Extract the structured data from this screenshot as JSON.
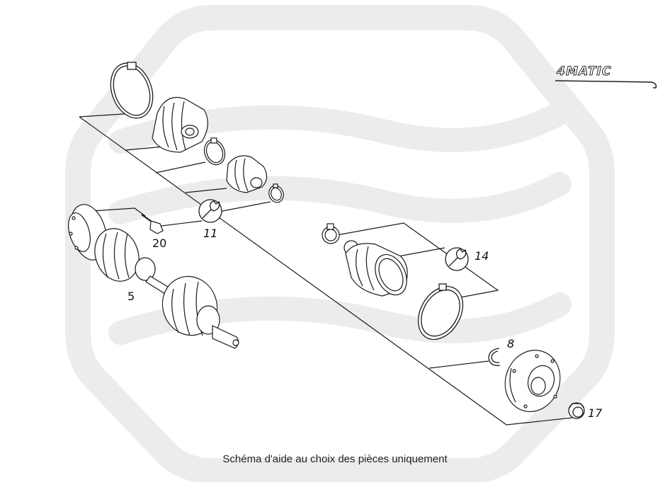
{
  "brand_logo_text": "4MATIC",
  "caption": "Schéma d'aide au choix des pièces uniquement",
  "part_labels": {
    "p5": "5",
    "p8": "8",
    "p11": "11",
    "p14": "14",
    "p17": "17",
    "p20": "20"
  },
  "colors": {
    "watermark": "#ececec",
    "line": "#1a1a1a",
    "background": "#ffffff"
  }
}
